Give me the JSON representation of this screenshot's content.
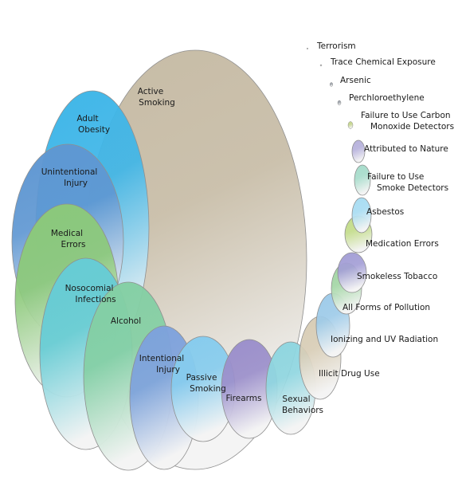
{
  "chart_data": {
    "type": "bubble",
    "title": "",
    "legend": "none",
    "grid": false,
    "unit": "",
    "items": [
      {
        "label": "Active Smoking",
        "value": 100,
        "color": "#c7bca6"
      },
      {
        "label": "Adult Obesity",
        "value": 60,
        "color": "#3fb6e8"
      },
      {
        "label": "Unintentional Injury",
        "value": 58,
        "color": "#5f97d2"
      },
      {
        "label": "Medical Errors",
        "value": 56,
        "color": "#8cc97a"
      },
      {
        "label": "Nosocomial Infections",
        "value": 54,
        "color": "#66ccd6"
      },
      {
        "label": "Alcohol",
        "value": 52,
        "color": "#84cfa4"
      },
      {
        "label": "Intentional Injury",
        "value": 26,
        "color": "#7ea2dc"
      },
      {
        "label": "Passive Smoking",
        "value": 22,
        "color": "#86ccee"
      },
      {
        "label": "Firearms",
        "value": 16,
        "color": "#9b8fcb"
      },
      {
        "label": "Sexual Behaviors",
        "value": 12,
        "color": "#8fd6e0"
      },
      {
        "label": "Illicit Drug Use",
        "value": 8,
        "color": "#d8cdb6"
      },
      {
        "label": "Ionizing and UV Radiation",
        "value": 5.5,
        "color": "#9ecbe9"
      },
      {
        "label": "All Forms of Pollution",
        "value": 4.5,
        "color": "#a3d6a5"
      },
      {
        "label": "Smokeless Tobacco",
        "value": 3.5,
        "color": "#a49fd6"
      },
      {
        "label": "Medication Errors",
        "value": 3,
        "color": "#c3dc8a"
      },
      {
        "label": "Asbestos",
        "value": 2.3,
        "color": "#a8dcf2"
      },
      {
        "label": "Failure to Use Smoke Detectors",
        "value": 1.7,
        "color": "#a7dccb"
      },
      {
        "label": "Attributed to Nature",
        "value": 0.9,
        "color": "#b7b2dc"
      },
      {
        "label": "Failure to Use Carbon Monoxide Detectors",
        "value": 0.3,
        "color": "#c3d48a"
      },
      {
        "label": "Perchloroethylene",
        "value": 0.1,
        "color": "#9aa0a8"
      },
      {
        "label": "Arsenic",
        "value": 0.08,
        "color": "#9aa0a8"
      },
      {
        "label": "Trace Chemical Exposure",
        "value": 0.02,
        "color": "#b0b0b0"
      },
      {
        "label": "Terrorism",
        "value": 0.01,
        "color": "#b0b0b0"
      }
    ]
  }
}
